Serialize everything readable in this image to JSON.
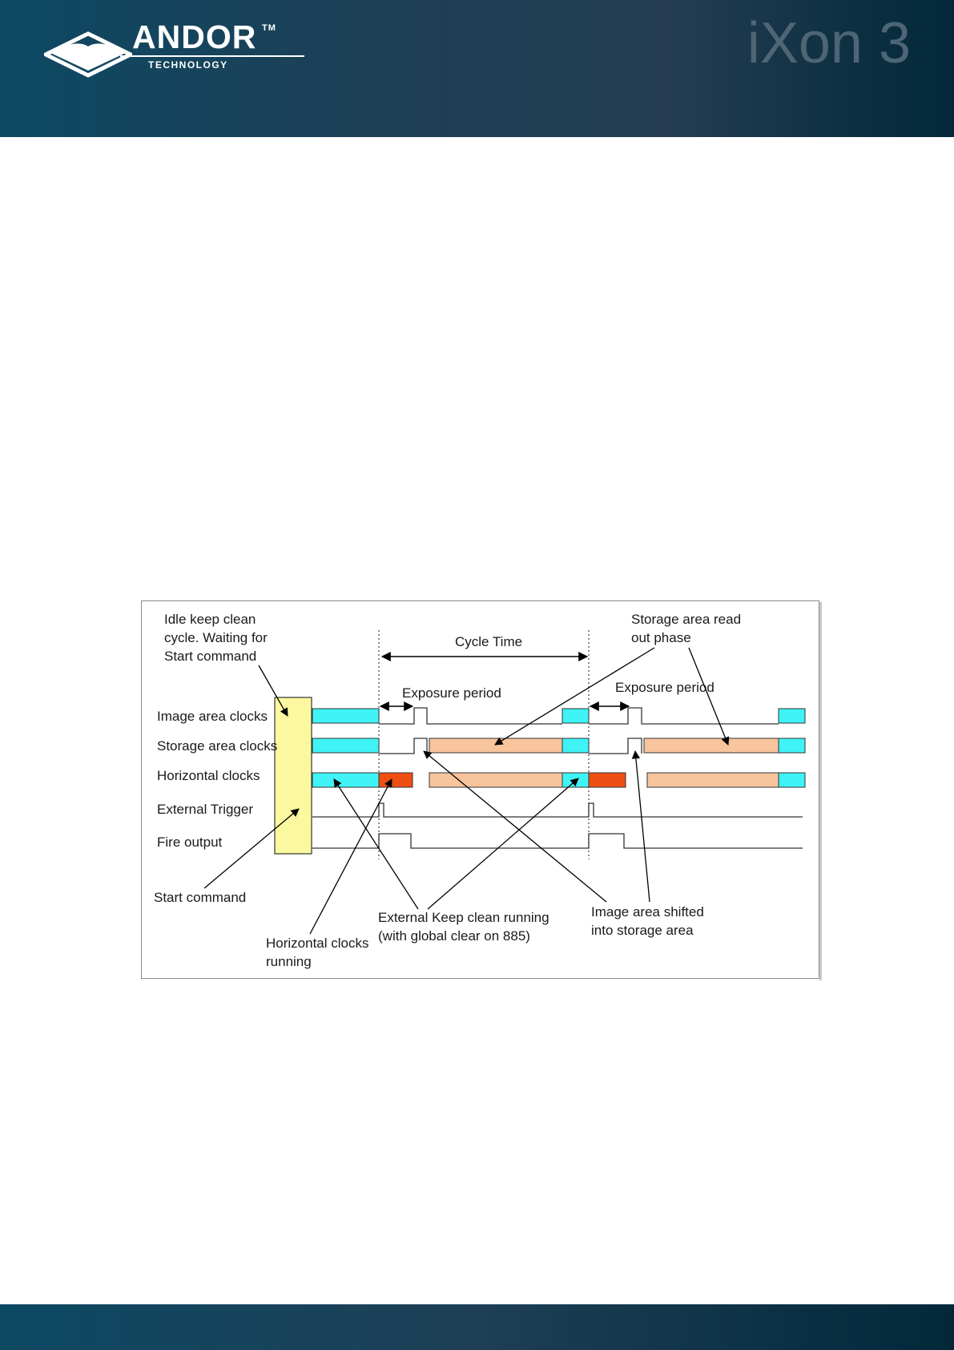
{
  "header": {
    "logo_name": "ANDOR",
    "logo_tm": "TM",
    "logo_sub": "TECHNOLOGY",
    "product": "iXon 3"
  },
  "diagram": {
    "signal_labels": {
      "image_area": "Image area clocks",
      "storage_area": "Storage area clocks",
      "horizontal": "Horizontal clocks",
      "external_trigger": "External Trigger",
      "fire_output": "Fire output"
    },
    "idle_note": [
      "Idle keep clean",
      "cycle. Waiting for",
      "Start command"
    ],
    "cycle_time": "Cycle Time",
    "exposure_1": "Exposure period",
    "exposure_2": "Exposure period",
    "storage_readout": [
      "Storage area read",
      "out phase"
    ],
    "start_command": "Start command",
    "horizontal_running": [
      "Horizontal clocks",
      "running"
    ],
    "keep_clean": [
      "External Keep clean running",
      "(with global clear on 885)"
    ],
    "image_shifted": [
      "Image area shifted",
      "into storage area"
    ],
    "colors": {
      "idle_block": "#fbf8a0",
      "keep_clean": "#3ff3f6",
      "horizontal_running": "#ee4f12",
      "readout": "#f8c49c"
    }
  }
}
